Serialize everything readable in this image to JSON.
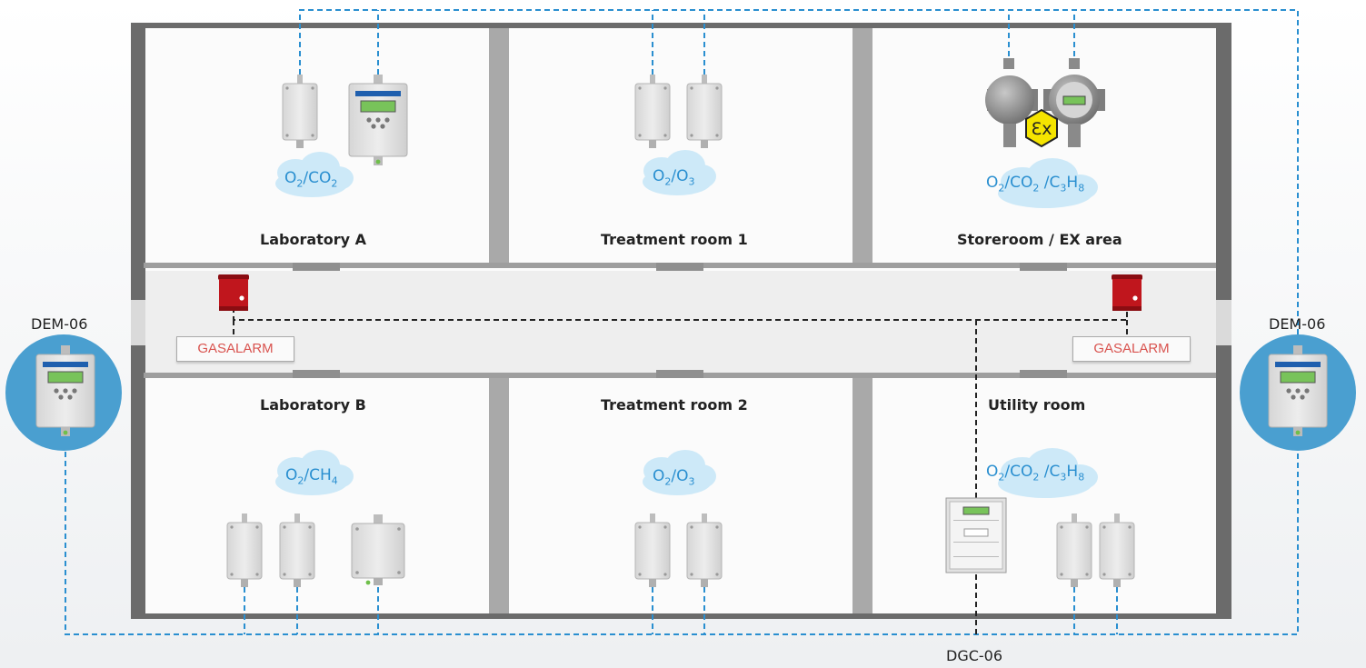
{
  "rooms": {
    "top": [
      {
        "name": "Laboratory A",
        "gas": [
          "O",
          "2",
          "/CO",
          "2"
        ]
      },
      {
        "name": "Treatment room 1",
        "gas": [
          "O",
          "2",
          "/O",
          "3"
        ]
      },
      {
        "name": "Storeroom / EX area",
        "gas": [
          "O",
          "2",
          "/CO",
          "2",
          " /C",
          "3",
          "H",
          "8"
        ]
      }
    ],
    "bottom": [
      {
        "name": "Laboratory B",
        "gas": [
          "O",
          "2",
          "/CH",
          "4"
        ]
      },
      {
        "name": "Treatment room 2",
        "gas": [
          "O",
          "2",
          "/O",
          "3"
        ]
      },
      {
        "name": "Utility room",
        "gas": [
          "O",
          "2",
          "/CO",
          "2",
          " /C",
          "3",
          "H",
          "8"
        ]
      }
    ]
  },
  "signs": {
    "left": "GASALARM",
    "right": "GASALARM"
  },
  "devices": {
    "dem_left": "DEM-06",
    "dem_right": "DEM-06",
    "controller": "DGC-06"
  },
  "ex_symbol": "Ɛx",
  "colors": {
    "wire_blue": "#2a8fd0",
    "wire_black": "#222222",
    "wall": "#6b6b6b",
    "inner_wall": "#a9a9a9",
    "circle": "#4a9fd0",
    "cloud": "#cde9f8",
    "alarm": "#c0161d",
    "ex_yellow": "#f5e400"
  }
}
